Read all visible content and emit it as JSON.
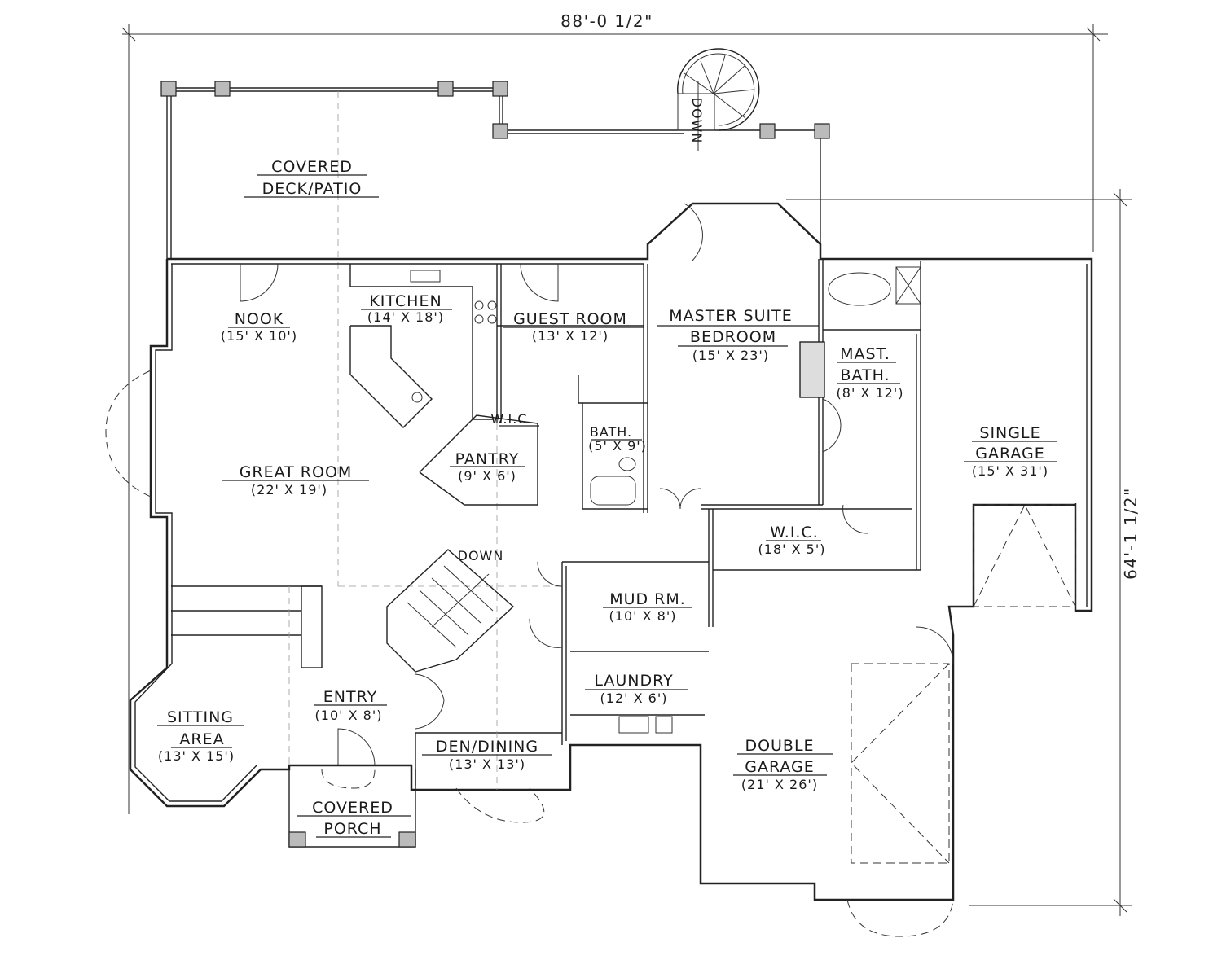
{
  "dimensions": {
    "overall_width": "88'-0 1/2\"",
    "overall_depth": "64'-1 1/2\""
  },
  "rooms": {
    "covered_deck": {
      "line1": "COVERED",
      "line2": "DECK/PATIO"
    },
    "nook": {
      "name": "NOOK",
      "size": "(15' X 10')"
    },
    "kitchen": {
      "name": "KITCHEN",
      "size": "(14' X 18')"
    },
    "guest_room": {
      "name": "GUEST ROOM",
      "size": "(13' X 12')"
    },
    "master_suite": {
      "line1": "MASTER SUITE",
      "line2": "BEDROOM",
      "size": "(15' X 23')"
    },
    "master_bath": {
      "line1": "MAST.",
      "line2": "BATH.",
      "size": "(8' X 12')"
    },
    "wic_guest": {
      "name": "W.I.C."
    },
    "pantry": {
      "name": "PANTRY",
      "size": "(9' X 6')"
    },
    "bath": {
      "name": "BATH.",
      "size": "(5' X 9')"
    },
    "great_room": {
      "name": "GREAT ROOM",
      "size": "(22' X 19')"
    },
    "single_garage": {
      "line1": "SINGLE",
      "line2": "GARAGE",
      "size": "(15' X 31')"
    },
    "wic_master": {
      "name": "W.I.C.",
      "size": "(18' X 5')"
    },
    "mud_room": {
      "name": "MUD RM.",
      "size": "(10' X 8')"
    },
    "bath_small": {
      "name": "BATH."
    },
    "laundry": {
      "name": "LAUNDRY",
      "size": "(12' X 6')"
    },
    "entry": {
      "name": "ENTRY",
      "size": "(10' X 8')"
    },
    "sitting_area": {
      "line1": "SITTING",
      "line2": "AREA",
      "size": "(13' X 15')"
    },
    "den_dining": {
      "name": "DEN/DINING",
      "size": "(13' X 13')"
    },
    "covered_porch": {
      "line1": "COVERED",
      "line2": "PORCH"
    },
    "double_garage": {
      "line1": "DOUBLE",
      "line2": "GARAGE",
      "size": "(21' X 26')"
    }
  },
  "stairs": {
    "main_label": "DOWN",
    "spiral_label": "DOWN"
  }
}
